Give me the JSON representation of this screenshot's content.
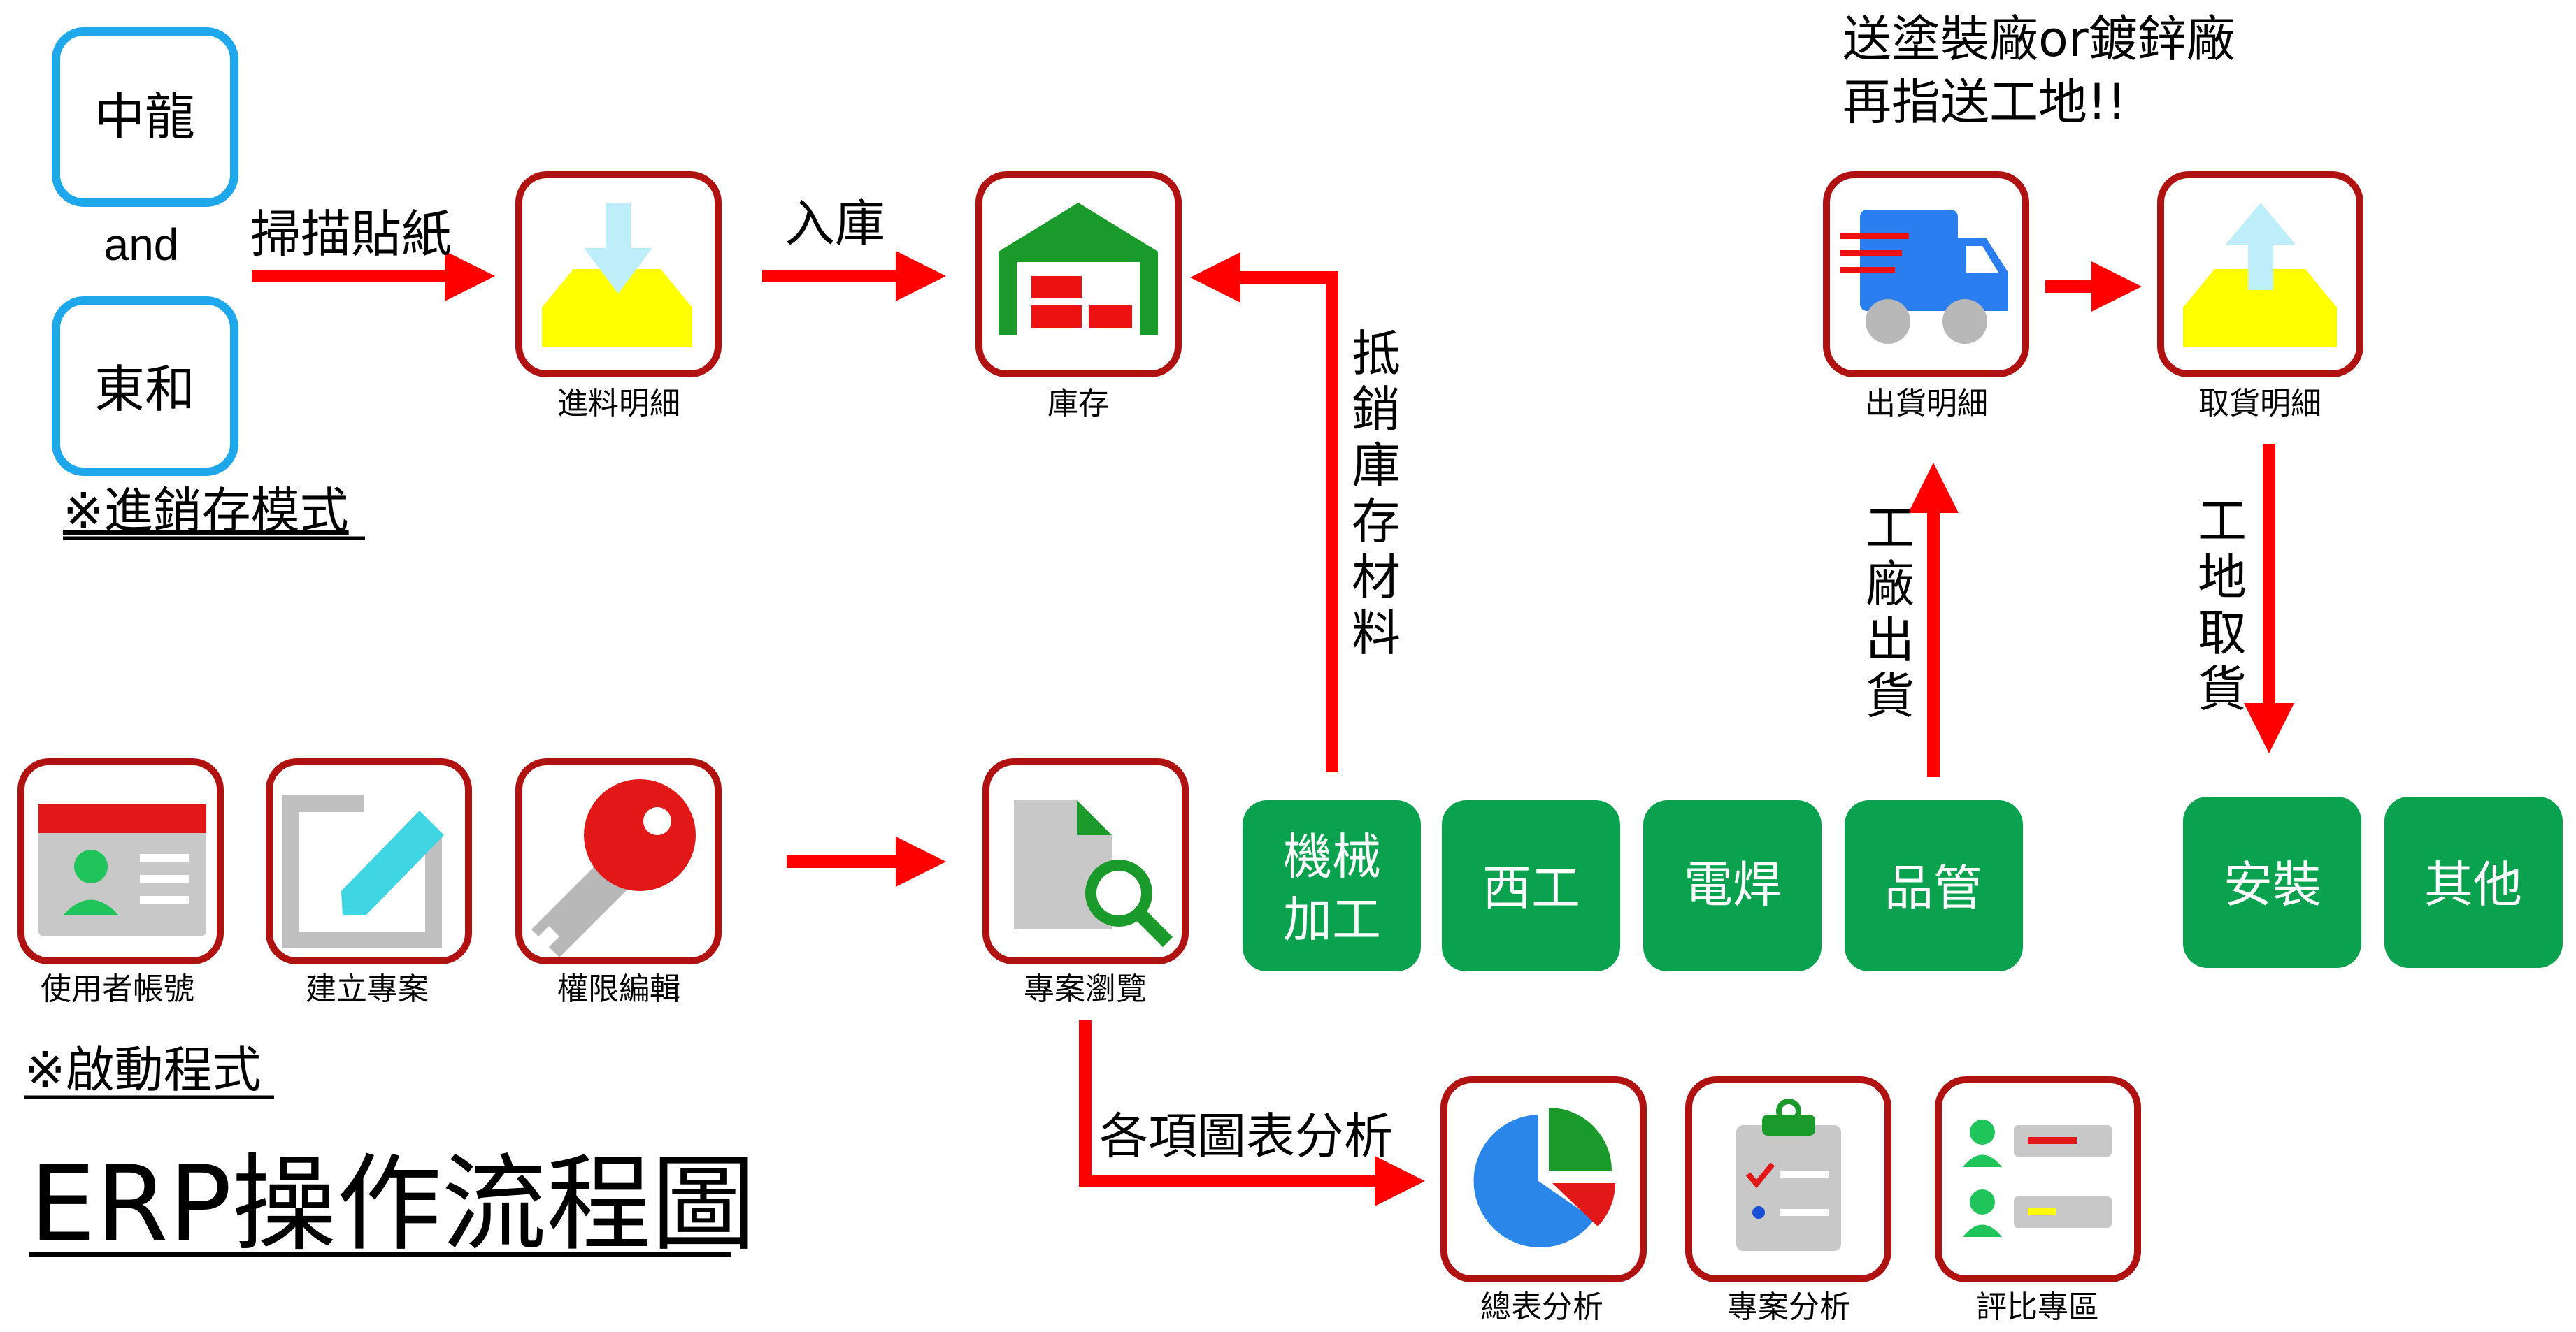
{
  "title": "ERP操作流程圖",
  "colors": {
    "arrow": "#ff0000",
    "box_border": "#b01212",
    "company_border": "#1ea7ea",
    "green_block": "#0aa24f",
    "green_text": "#ffffff",
    "text": "#000000"
  },
  "companies": {
    "company1": "中龍",
    "joiner": "and",
    "company2": "東和",
    "note": "※進銷存模式"
  },
  "startup_note": "※啟動程式",
  "flow_labels": {
    "scan_sticker": "掃描貼紙",
    "warehouse_in": "入庫",
    "offset_material": "抵銷庫存材料",
    "factory_ship": "工廠出貨",
    "site_pickup": "工地取貨",
    "chart_analysis": "各項圖表分析",
    "coating_note_line1": "送塗裝廠or鍍鋅廠",
    "coating_note_line2": "再指送工地!!"
  },
  "modules": {
    "incoming": {
      "label": "進料明細",
      "icon": "inbox-download-icon"
    },
    "inventory": {
      "label": "庫存",
      "icon": "warehouse-icon"
    },
    "shipping": {
      "label": "出貨明細",
      "icon": "delivery-truck-icon"
    },
    "pickup": {
      "label": "取貨明細",
      "icon": "inbox-upload-icon"
    },
    "user_account": {
      "label": "使用者帳號",
      "icon": "id-card-icon"
    },
    "create_project": {
      "label": "建立專案",
      "icon": "edit-pencil-icon"
    },
    "permission": {
      "label": "權限編輯",
      "icon": "key-icon"
    },
    "project_browse": {
      "label": "專案瀏覽",
      "icon": "document-search-icon"
    },
    "summary_analysis": {
      "label": "總表分析",
      "icon": "pie-chart-icon"
    },
    "project_analysis": {
      "label": "專案分析",
      "icon": "clipboard-checklist-icon"
    },
    "comparison": {
      "label": "評比專區",
      "icon": "ranking-list-icon"
    }
  },
  "processes": {
    "machining_line1": "機械",
    "machining_line2": "加工",
    "western": "西工",
    "welding": "電焊",
    "qc": "品管",
    "install": "安裝",
    "other": "其他"
  }
}
